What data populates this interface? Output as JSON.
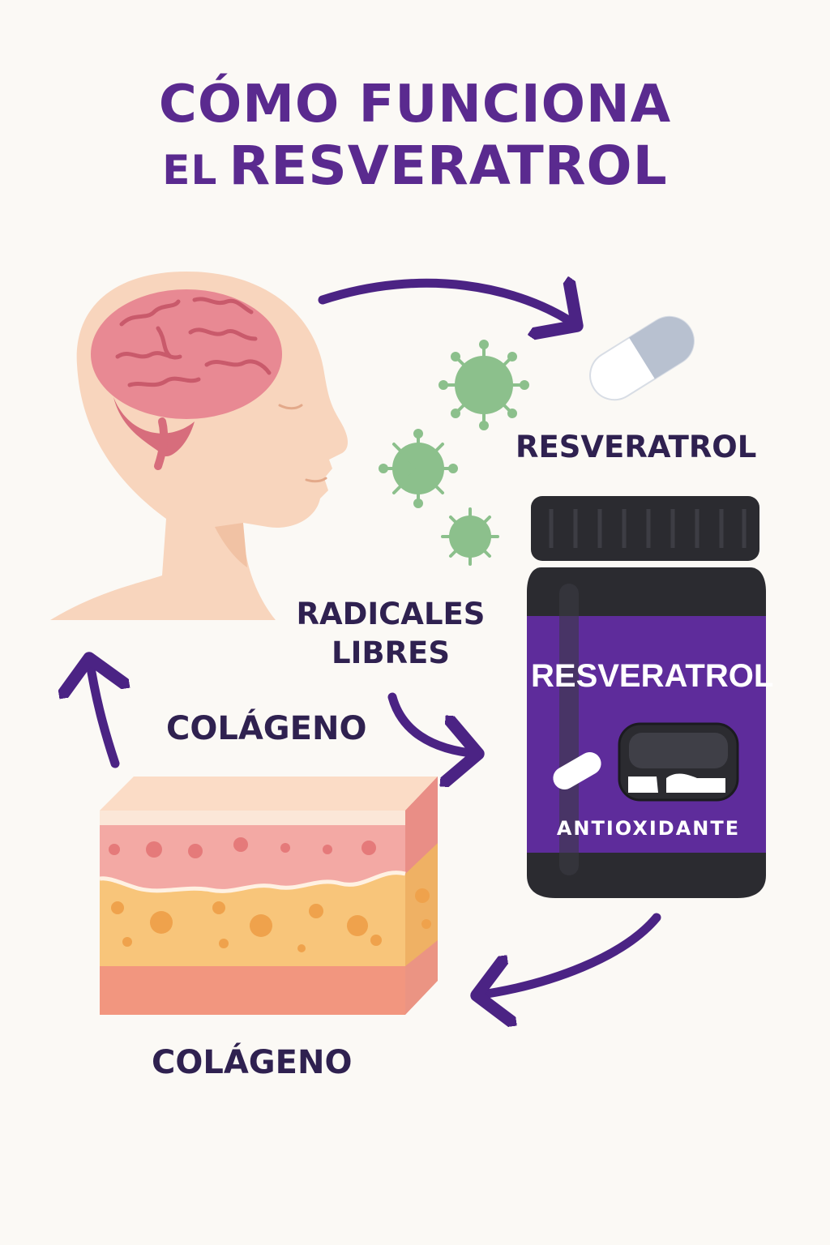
{
  "title": {
    "line1": "CÓMO FUNCIONA",
    "line2_prefix": "EL",
    "line2_main": "RESVERATROL"
  },
  "labels": {
    "resveratrol": "RESVERATROL",
    "radicales_line1": "RADICALES",
    "radicales_line2": "LIBRES",
    "colageno_mid": "COLÁGENO",
    "colageno_bottom": "COLÁGENO"
  },
  "jar": {
    "brand": "RESVERATROL",
    "tagline": "ANTIOXIDANTE"
  },
  "colors": {
    "accent": "#5a2a8f",
    "text_dark": "#2f2150",
    "background": "#fbf9f5",
    "arrow": "#4b2384",
    "virus": "#8cc08c"
  },
  "icons": [
    "head-brain-icon",
    "capsule-icon",
    "virus-icon",
    "supplement-jar-icon",
    "skin-layers-icon"
  ]
}
